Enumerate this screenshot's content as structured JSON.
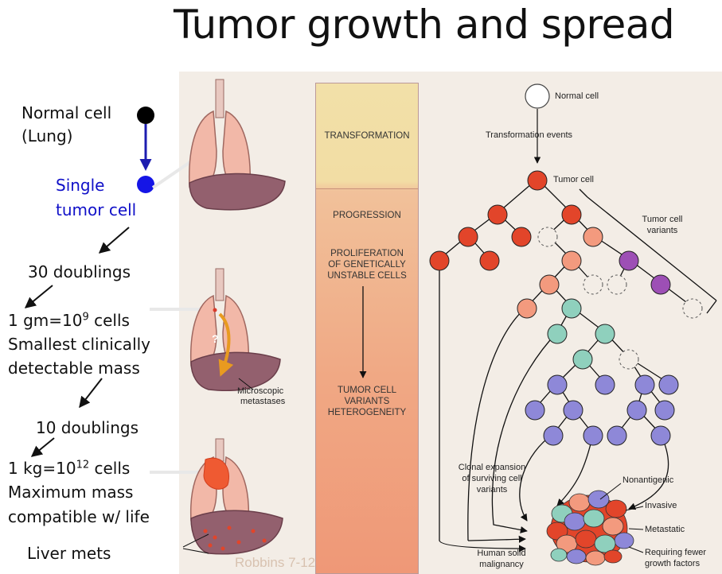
{
  "title": "Tumor growth and spread",
  "left_column": {
    "normal_cell": "Normal cell",
    "lung": "(Lung)",
    "single": "Single",
    "tumor_cell": "tumor cell",
    "doublings_30": "30 doublings",
    "gm_prefix": "1 gm=10",
    "gm_exp": "9",
    "gm_suffix": " cells",
    "smallest": "Smallest clinically",
    "detectable": "detectable mass",
    "doublings_10": "10 doublings",
    "kg_prefix": "1 kg=10",
    "kg_exp": "12",
    "kg_suffix": " cells",
    "maximum": "Maximum mass",
    "compatible": "compatible w/ life",
    "liver_mets": "Liver mets"
  },
  "figure": {
    "stripe": {
      "transformation": "TRANSFORMATION",
      "progression": "PROGRESSION",
      "proliferation_1": "PROLIFERATION",
      "proliferation_2": "OF GENETICALLY",
      "proliferation_3": "UNSTABLE CELLS",
      "variants_1": "TUMOR CELL",
      "variants_2": "VARIANTS",
      "variants_3": "HETEROGENEITY"
    },
    "question_mark": "?",
    "microscopic_1": "Microscopic",
    "microscopic_2": "metastases",
    "normal_cell": "Normal cell",
    "transformation_events": "Transformation events",
    "tumor_cell": "Tumor cell",
    "tumor_cell_variants_1": "Tumor cell",
    "tumor_cell_variants_2": "variants",
    "clonal_1": "Clonal expansion",
    "clonal_2": "of surviving cell",
    "clonal_3": "variants",
    "nonantigenic": "Nonantigenic",
    "invasive": "Invasive",
    "metastatic": "Metastatic",
    "requiring_1": "Requiring fewer",
    "requiring_2": "growth factors",
    "human_1": "Human solid",
    "human_2": "malignancy",
    "watermark": "Robbins 7-12"
  },
  "colors": {
    "normal_dot": "#000000",
    "single_dot": "#1515e6",
    "arrow_blue": "#1d1db0",
    "tumor_red": "#e2452a",
    "salmon": "#f39a7e",
    "teal": "#8fd0bd",
    "lavender": "#8e88d8",
    "purple": "#9d4fb5"
  }
}
